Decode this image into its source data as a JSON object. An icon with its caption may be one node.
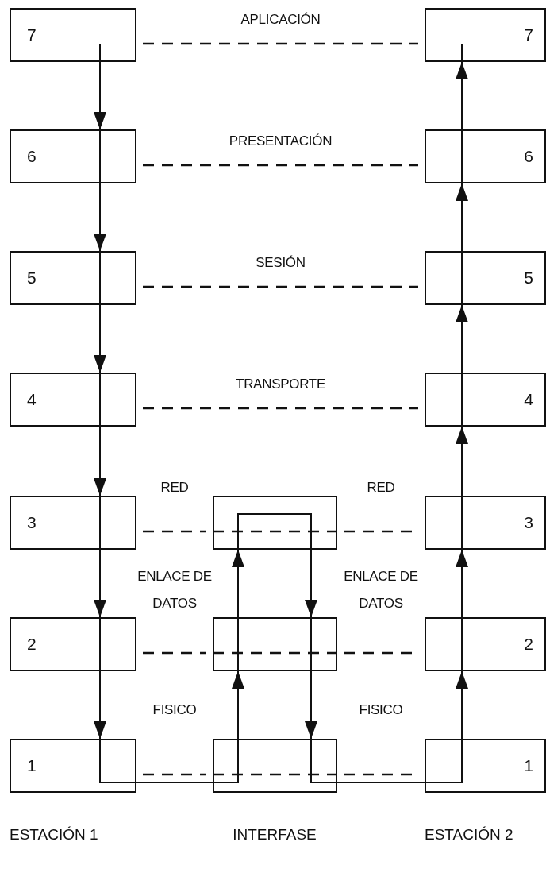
{
  "diagram": {
    "nodes": [
      {
        "text": [
          "7"
        ]
      },
      {
        "text": [
          "6"
        ]
      },
      {
        "text": [
          "5"
        ]
      },
      {
        "text": [
          "4"
        ]
      },
      {
        "text": [
          "3"
        ]
      },
      {
        "text": [
          "2"
        ]
      },
      {
        "text": [
          "1"
        ]
      },
      {
        "text": [
          "7"
        ]
      },
      {
        "text": [
          "6"
        ]
      },
      {
        "text": [
          "5"
        ]
      },
      {
        "text": [
          "4"
        ]
      },
      {
        "text": [
          "3"
        ]
      },
      {
        "text": [
          "2"
        ]
      },
      {
        "text": [
          "1"
        ]
      },
      {
        "text": [],
        "shape": "box"
      },
      {
        "text": [],
        "shape": "box"
      },
      {
        "text": [],
        "shape": "box"
      }
    ],
    "edges": [
      {
        "from": 0,
        "to": 1,
        "arrow": "to"
      },
      {
        "from": 1,
        "to": 2,
        "arrow": "to"
      },
      {
        "from": 2,
        "to": 3,
        "arrow": "to"
      },
      {
        "from": 3,
        "to": 4,
        "arrow": "to"
      },
      {
        "from": 4,
        "to": 5,
        "arrow": "to"
      },
      {
        "from": 5,
        "to": 6,
        "arrow": "to"
      },
      {
        "from": 6,
        "to": 16,
        "arrow": "none"
      },
      {
        "from": 16,
        "to": 15,
        "arrow": "to"
      },
      {
        "from": 15,
        "to": 14,
        "arrow": "to"
      },
      {
        "from": 14,
        "to": 15,
        "arrow": "to"
      },
      {
        "from": 15,
        "to": 16,
        "arrow": "to"
      },
      {
        "from": 16,
        "to": 13,
        "arrow": "none"
      },
      {
        "from": 13,
        "to": 12,
        "arrow": "to"
      },
      {
        "from": 12,
        "to": 11,
        "arrow": "to"
      },
      {
        "from": 11,
        "to": 10,
        "arrow": "to"
      },
      {
        "from": 10,
        "to": 9,
        "arrow": "to"
      },
      {
        "from": 9,
        "to": 8,
        "arrow": "to"
      },
      {
        "from": 8,
        "to": 7,
        "arrow": "to"
      },
      {
        "from": 0,
        "to": 7,
        "arrow": "none",
        "style": "dashed",
        "label": "APLICACIÓN"
      },
      {
        "from": 1,
        "to": 8,
        "arrow": "none",
        "style": "dashed",
        "label": "PRESENTACIÓN"
      },
      {
        "from": 2,
        "to": 9,
        "arrow": "none",
        "style": "dashed",
        "label": "SESIÓN"
      },
      {
        "from": 3,
        "to": 10,
        "arrow": "none",
        "style": "dashed",
        "label": "TRANSPORTE"
      },
      {
        "from": 4,
        "to": 14,
        "arrow": "none",
        "style": "dashed",
        "label": "RED"
      },
      {
        "from": 14,
        "to": 11,
        "arrow": "none",
        "style": "dashed",
        "label": "RED"
      },
      {
        "from": 5,
        "to": 15,
        "arrow": "none",
        "style": "dashed",
        "label": "ENLACE DE DATOS"
      },
      {
        "from": 15,
        "to": 12,
        "arrow": "none",
        "style": "dashed",
        "label": "ENLACE DE DATOS"
      },
      {
        "from": 6,
        "to": 16,
        "arrow": "none",
        "style": "dashed",
        "label": "FISICO"
      },
      {
        "from": 16,
        "to": 13,
        "arrow": "none",
        "style": "dashed",
        "label": "FISICO"
      }
    ],
    "labels": [
      "ESTACIÓN 1",
      "INTERFASE",
      "ESTACIÓN 2"
    ]
  }
}
